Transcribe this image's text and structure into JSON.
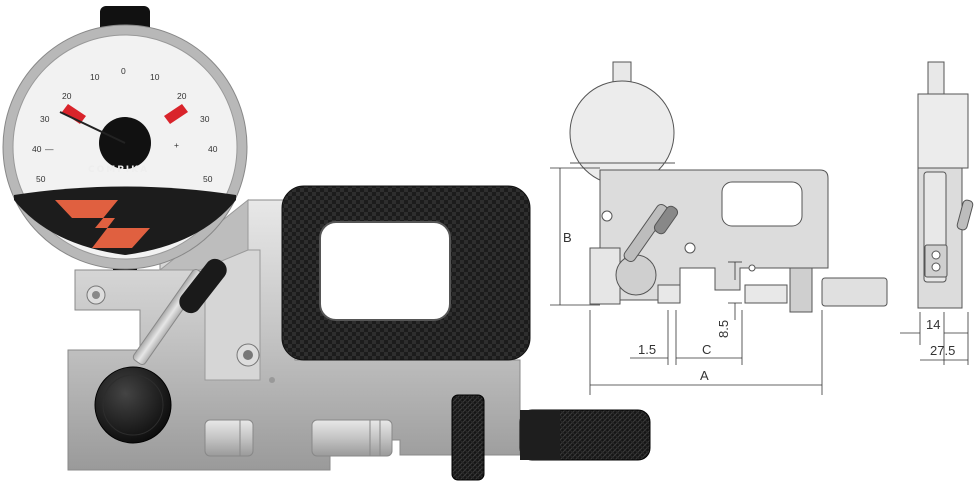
{
  "product": {
    "brand": "COMPIKA",
    "dial_numbers": [
      "0",
      "10",
      "10",
      "20",
      "20",
      "30",
      "30",
      "40",
      "40",
      "50",
      "50"
    ]
  },
  "drawing": {
    "dimensions": {
      "A": "A",
      "B": "B",
      "C": "C",
      "d1": "1.5",
      "d2": "8.5",
      "d3": "14",
      "d4": "27.5"
    }
  },
  "colors": {
    "accent_red": "#d9242b",
    "knob_black": "#111111",
    "frame_silver": "#c9c9c9",
    "drawing_fill": "#dcdcdc"
  }
}
